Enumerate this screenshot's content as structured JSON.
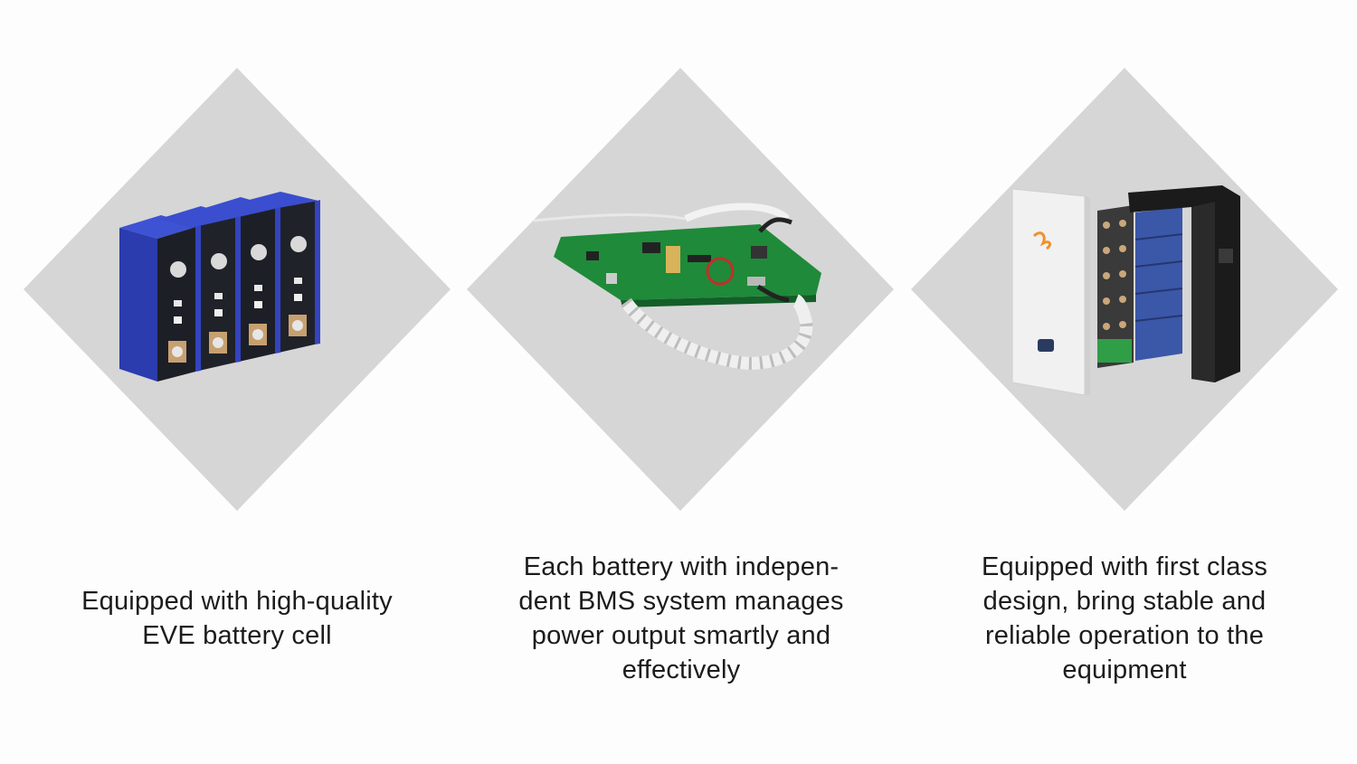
{
  "features": [
    {
      "icon": "battery-cells-icon",
      "caption_lines": [
        "Equipped with high-quality",
        "EVE battery cell"
      ]
    },
    {
      "icon": "bms-circuit-board-icon",
      "caption_lines": [
        "Each battery with indepen-",
        "dent BMS system manages",
        "power output smartly and",
        "effectively"
      ]
    },
    {
      "icon": "wall-battery-pack-icon",
      "caption_lines": [
        "Equipped with first class",
        "design, bring stable and",
        "reliable operation to the",
        "equipment"
      ]
    }
  ],
  "colors": {
    "background": "#fdfdfd",
    "diamond": "#d6d6d6",
    "cell_blue": "#2e3fb5",
    "board_green": "#1f8a3a",
    "text": "#1c1c1c"
  }
}
